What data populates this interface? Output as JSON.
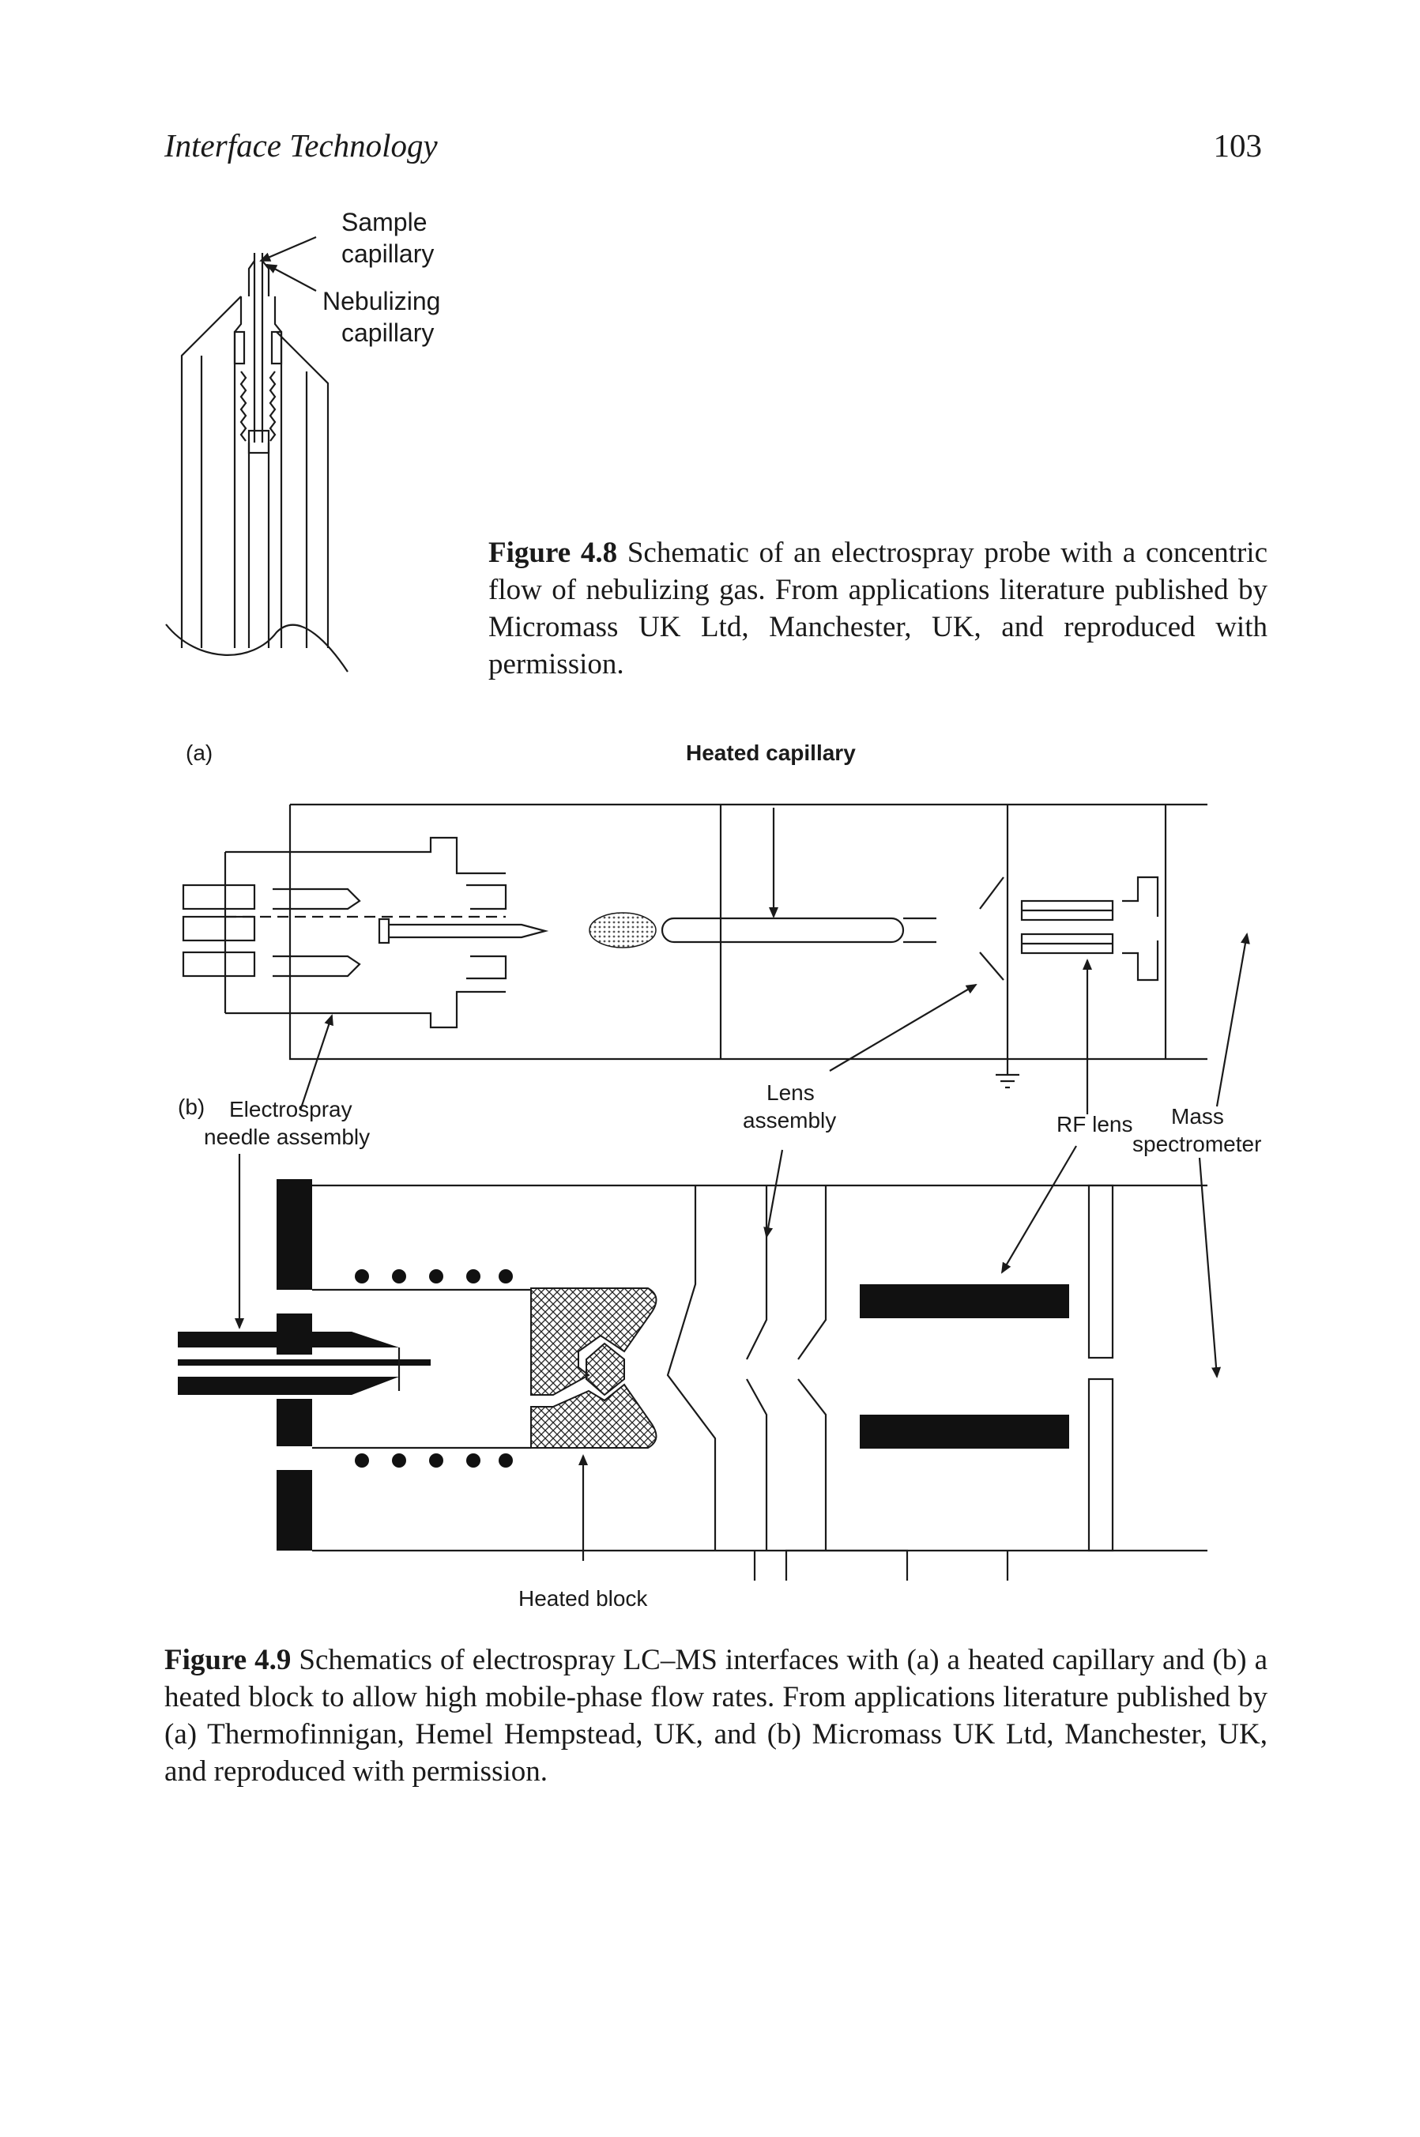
{
  "header": {
    "running_title": "Interface Technology",
    "page_number": "103"
  },
  "figure_4_8": {
    "labels": {
      "sample_capillary_1": "Sample",
      "sample_capillary_2": "capillary",
      "nebulizing_capillary_1": "Nebulizing",
      "nebulizing_capillary_2": "capillary"
    },
    "caption": {
      "number": "Figure 4.8",
      "text": "Schematic of an electrospray probe with a concentric flow of nebulizing gas. From applications literature published by Micromass UK Ltd, Manchester, UK, and reproduced with permission."
    }
  },
  "figure_4_9": {
    "labels": {
      "panel_a": "(a)",
      "panel_b": "(b)",
      "heated_capillary": "Heated capillary",
      "electrospray_1": "Electrospray",
      "electrospray_2": "needle assembly",
      "lens_1": "Lens",
      "lens_2": "assembly",
      "rf_lens": "RF lens",
      "mass_1": "Mass",
      "mass_2": "spectrometer",
      "heated_block": "Heated block"
    },
    "caption": {
      "number": "Figure 4.9",
      "text": "Schematics of electrospray LC–MS interfaces with (a) a heated capillary and (b) a heated block to allow high mobile-phase flow rates. From applications literature published by (a) Thermofinnigan, Hemel Hempstead, UK, and (b) Micromass UK Ltd, Manchester, UK, and reproduced with permission."
    }
  }
}
